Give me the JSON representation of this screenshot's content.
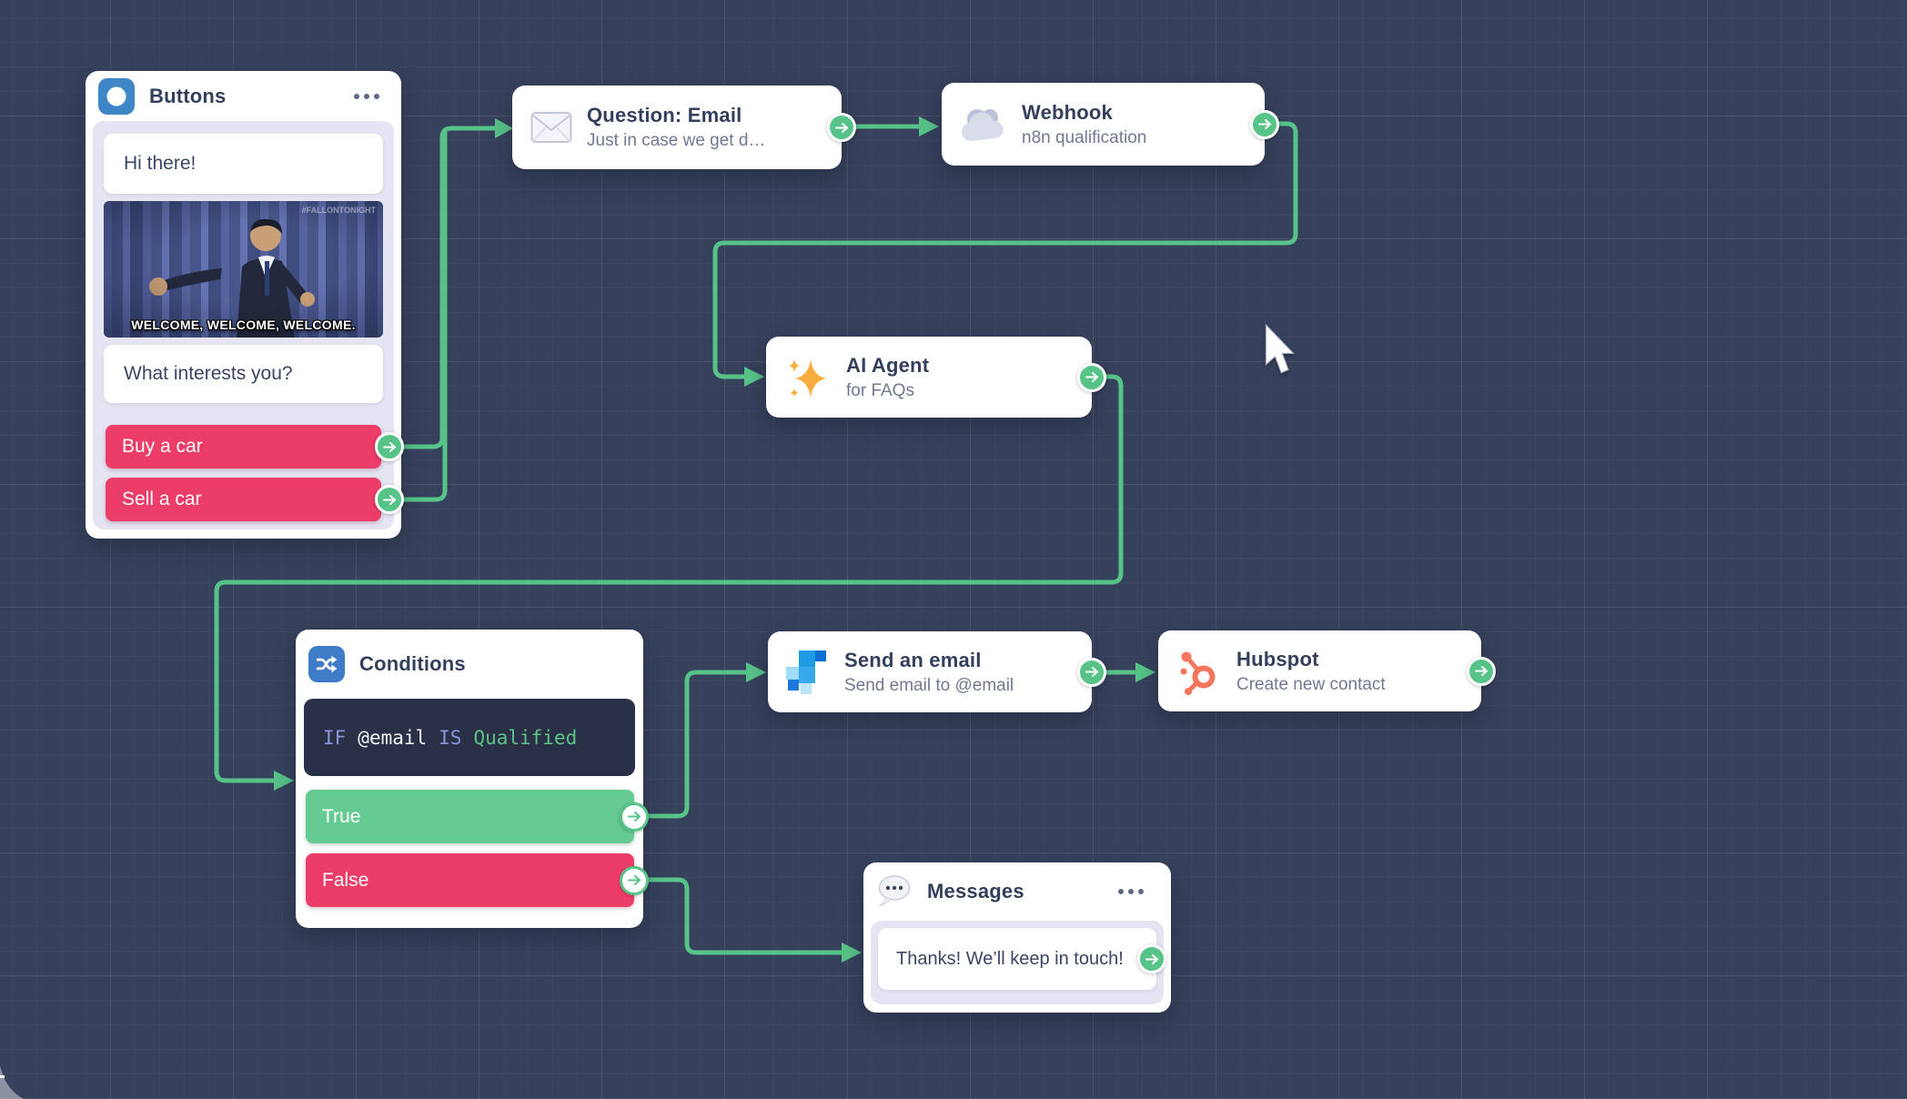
{
  "canvas": {
    "name": "chatbot-flow-builder"
  },
  "colors": {
    "canvas_bg": "#36415B",
    "wire_green": "#57C388",
    "pink": "#EC3D68",
    "branch_green": "#66CB92",
    "navy_text": "#333F5C",
    "subtitle_gray": "#6F7992",
    "panel_lavender": "#E4E4F2",
    "code_bg": "#2A3147",
    "code_keyword": "#8A94D8",
    "code_value": "#5CC288",
    "icon_blue": "#3E86C6",
    "hubspot_orange": "#F4765C",
    "ai_sparkle_orange": "#F7AE3F"
  },
  "nodes": {
    "buttons": {
      "title": "Buttons",
      "icon": "circle-icon",
      "message_1": "Hi there!",
      "gif": {
        "caption": "WELCOME, WELCOME, WELCOME.",
        "hashtag": "#FALLONTONIGHT"
      },
      "message_2": "What interests you?",
      "choices": [
        "Buy a car",
        "Sell a car"
      ]
    },
    "question_email": {
      "title": "Question: Email",
      "subtitle": "Just in case we get d…",
      "icon": "envelope-icon"
    },
    "webhook": {
      "title": "Webhook",
      "subtitle": "n8n qualification",
      "icon": "cloud-icon"
    },
    "ai_agent": {
      "title": "AI Agent",
      "subtitle": "for FAQs",
      "icon": "sparkles-icon"
    },
    "conditions": {
      "title": "Conditions",
      "icon": "shuffle-icon",
      "expression": {
        "keyword_if": "IF",
        "variable": "@email",
        "keyword_is": "IS",
        "value": "Qualified"
      },
      "outputs": {
        "true_label": "True",
        "false_label": "False"
      }
    },
    "send_email": {
      "title": "Send an email",
      "subtitle": "Send email to @email",
      "icon": "mosaic-icon"
    },
    "hubspot": {
      "title": "Hubspot",
      "subtitle": "Create new contact",
      "icon": "hubspot-sprocket-icon"
    },
    "messages": {
      "title": "Messages",
      "icon": "speech-bubble-icon",
      "message": "Thanks! We’ll keep in touch!"
    }
  },
  "connections": [
    {
      "from": "buttons.buy-a-car",
      "to": "question-email"
    },
    {
      "from": "buttons.sell-a-car",
      "to": "question-email"
    },
    {
      "from": "question-email",
      "to": "webhook"
    },
    {
      "from": "webhook",
      "to": "ai-agent"
    },
    {
      "from": "ai-agent",
      "to": "conditions"
    },
    {
      "from": "conditions.true",
      "to": "send-an-email"
    },
    {
      "from": "conditions.false",
      "to": "messages"
    },
    {
      "from": "send-an-email",
      "to": "hubspot"
    }
  ]
}
